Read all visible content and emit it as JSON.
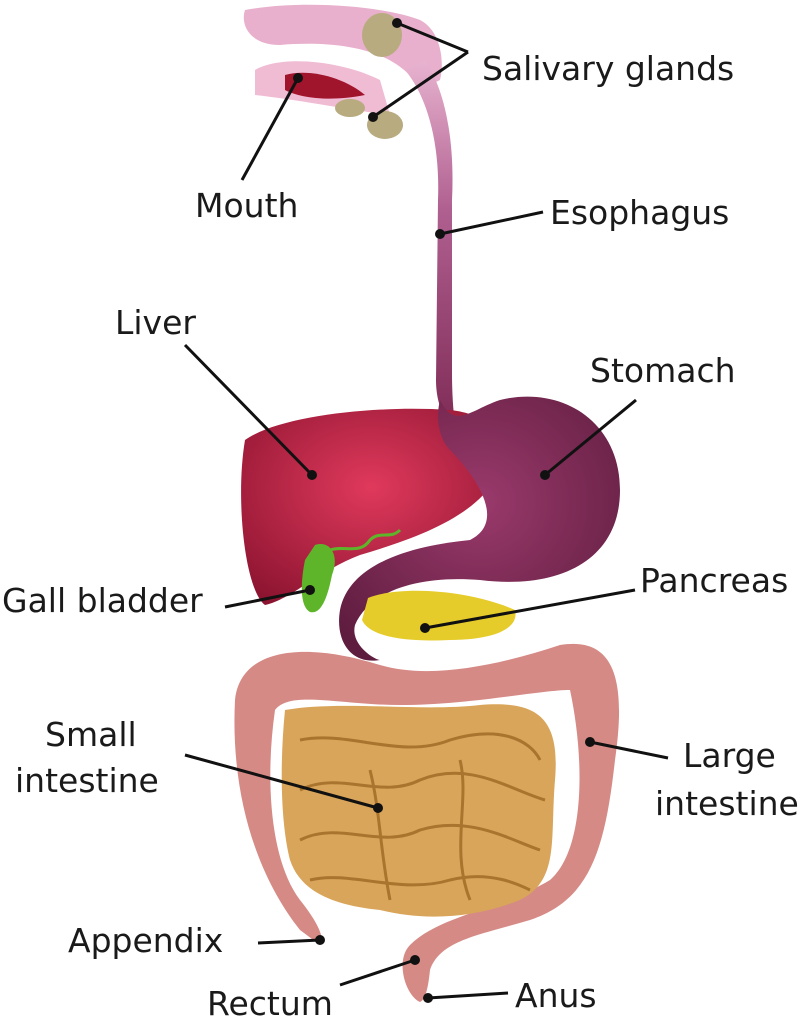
{
  "labels": {
    "salivary_glands": "Salivary glands",
    "mouth": "Mouth",
    "esophagus": "Esophagus",
    "liver": "Liver",
    "stomach": "Stomach",
    "gall_bladder": "Gall bladder",
    "pancreas": "Pancreas",
    "small_intestine_1": "Small",
    "small_intestine_2": "intestine",
    "large_intestine_1": "Large",
    "large_intestine_2": "intestine",
    "appendix": "Appendix",
    "rectum": "Rectum",
    "anus": "Anus"
  },
  "colors": {
    "mouth": "#e8a8c8",
    "esophagus": "#9c4a78",
    "liver": "#b51d3e",
    "stomach": "#7e2a55",
    "gall_bladder": "#5fb52a",
    "pancreas": "#e6cc2a",
    "small_intestine": "#d9a55a",
    "large_intestine": "#d68a85",
    "salivary_glands": "#b8ab80"
  }
}
